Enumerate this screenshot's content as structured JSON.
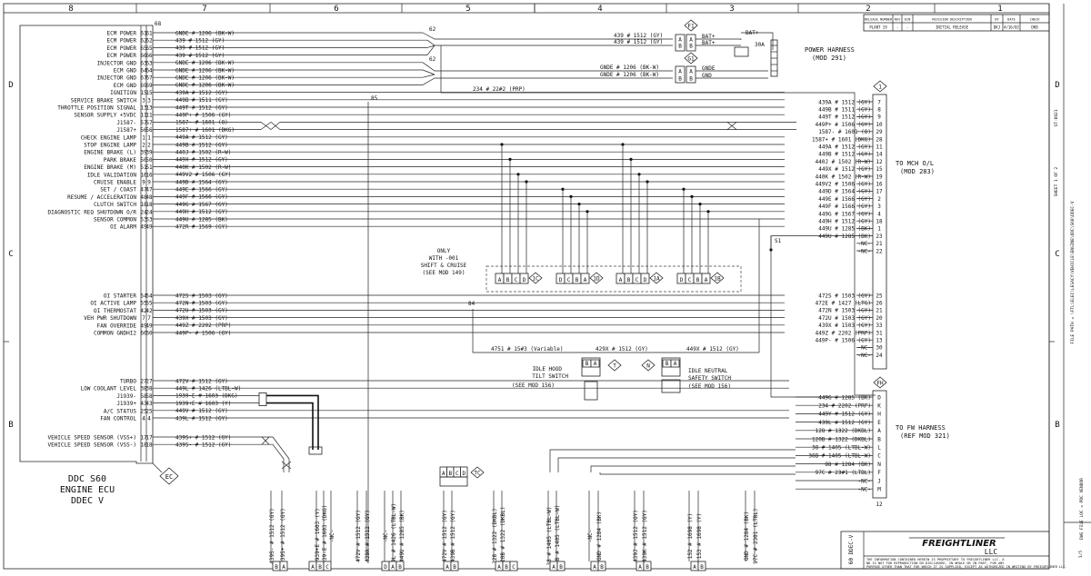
{
  "zones_top": [
    "8",
    "7",
    "6",
    "5",
    "4",
    "3",
    "2",
    "1"
  ],
  "zones_side": [
    "D",
    "C",
    "B"
  ],
  "ecm": {
    "title_lines": [
      "DDC S60",
      "ENGINE ECU",
      "DDEC V"
    ],
    "tag": "EC",
    "ref": "68",
    "pins": [
      {
        "label": "ECM POWER",
        "a": "61",
        "b": "61",
        "wire": "GNDE # 1206 (BK-W)"
      },
      {
        "label": "ECM POWER",
        "a": "62",
        "b": "62",
        "wire": "439 # 1512 (GY)"
      },
      {
        "label": "ECM POWER",
        "a": "65",
        "b": "65",
        "wire": "439 # 1512 (GY)"
      },
      {
        "label": "ECM POWER",
        "a": "66",
        "b": "66",
        "wire": "439 # 1512 (GY)"
      },
      {
        "label": "INJECTOR GND",
        "a": "63",
        "b": "63",
        "wire": "GNDE # 1206 (BK-W)"
      },
      {
        "label": "ECM GND",
        "a": "64",
        "b": "64",
        "wire": "GNDE # 1206 (BK-W)"
      },
      {
        "label": "INJECTOR GND",
        "a": "67",
        "b": "67",
        "wire": "GNDE # 1206 (BK-W)"
      },
      {
        "label": "ECM GND",
        "a": "69",
        "b": "69",
        "wire": "GNDE # 1206 (BK-W)"
      },
      {
        "label": "IGNITION",
        "a": "15",
        "b": "15",
        "wire": "439A # 1512 (GY)"
      },
      {
        "label": "SERVICE BRAKE SWITCH",
        "a": "3",
        "b": "3",
        "wire": "449B # 1511 (GY)"
      },
      {
        "label": "THROTTLE POSITION SIGNAL",
        "a": "13",
        "b": "13",
        "wire": "449T # 1512 (GY)"
      },
      {
        "label": "SENSOR SUPPLY +5VDC",
        "a": "11",
        "b": "11",
        "wire": "449P+ # 1506 (GY)"
      },
      {
        "label": "J1587-",
        "a": "57",
        "b": "57",
        "wire": "1587- # 1601 (O)"
      },
      {
        "label": "J1587+",
        "a": "56",
        "b": "56",
        "wire": "1587+ # 1601 (DKG)"
      },
      {
        "label": "CHECK ENGINE LAMP",
        "a": "1",
        "b": "1",
        "wire": "449A # 1512 (GY)"
      },
      {
        "label": "STOP ENGINE LAMP",
        "a": "2",
        "b": "2",
        "wire": "449B # 1512 (GY)"
      },
      {
        "label": "ENGINE BRAKE (L)",
        "a": "39",
        "b": "39",
        "wire": "440J # 1502 (R-W)"
      },
      {
        "label": "PARK BRAKE",
        "a": "50",
        "b": "50",
        "wire": "449X # 1512 (GY)"
      },
      {
        "label": "ENGINE BRAKE (M)",
        "a": "51",
        "b": "51",
        "wire": "440K # 1502 (R-W)"
      },
      {
        "label": "IDLE VALIDATION",
        "a": "16",
        "b": "16",
        "wire": "449V2 # 1506 (GY)"
      },
      {
        "label": "CRUISE ENABLE",
        "a": "9",
        "b": "9",
        "wire": "449D # 1564 (GY)"
      },
      {
        "label": "SET / COAST",
        "a": "47",
        "b": "47",
        "wire": "449E # 1566 (GY)"
      },
      {
        "label": "RESUME / ACCELERATION",
        "a": "48",
        "b": "48",
        "wire": "449F # 1566 (GY)"
      },
      {
        "label": "CLUTCH SWITCH",
        "a": "18",
        "b": "18",
        "wire": "449G # 1567 (GY)"
      },
      {
        "label": "DIAGNOSTIC REQ SHUTDOWN O/R",
        "a": "24",
        "b": "24",
        "wire": "449H # 1512 (GY)"
      },
      {
        "label": "SENSOR COMMON",
        "a": "53",
        "b": "53",
        "wire": "449U # 1285 (BK)"
      },
      {
        "label": "OI ALARM",
        "a": "49",
        "b": "49",
        "wire": "472R # 1569 (GY)"
      },
      {
        "label": "OI STARTER",
        "a": "54",
        "b": "54",
        "wire": "472S # 1503 (GY)"
      },
      {
        "label": "OI ACTIVE LAMP",
        "a": "55",
        "b": "55",
        "wire": "472N # 1503 (GY)"
      },
      {
        "label": "OI THERMOSTAT",
        "a": "42",
        "b": "42",
        "wire": "472U # 1503 (GY)"
      },
      {
        "label": "VEH PWR SHUTDOWN",
        "a": "7",
        "b": "7",
        "wire": "439X # 1503 (GY)"
      },
      {
        "label": "FAN OVERRIDE",
        "a": "49",
        "b": "49",
        "wire": "449Z # 2202 (PRP)"
      },
      {
        "label": "COMMON GNDHI2",
        "a": "60",
        "b": "60",
        "wire": "449P- # 1506 (GY)"
      },
      {
        "label": "TURBO",
        "a": "27",
        "b": "27",
        "wire": "472V # 1512 (GY)"
      },
      {
        "label": "LOW COOLANT LEVEL",
        "a": "38",
        "b": "38",
        "wire": "449L # 1426 (LTBL-W)"
      },
      {
        "label": "J1939-",
        "a": "58",
        "b": "58",
        "wire": "1939-E # 1603 (DKG)"
      },
      {
        "label": "J1939+",
        "a": "43",
        "b": "43",
        "wire": "1939+E # 1603 (Y)"
      },
      {
        "label": "A/C STATUS",
        "a": "25",
        "b": "25",
        "wire": "449V # 1512 (GY)"
      },
      {
        "label": "FAN CONTROL",
        "a": "4",
        "b": "4",
        "wire": "439L # 1512 (GY)"
      },
      {
        "label": "VEHICLE SPEED SENSOR (VSS+)",
        "a": "17",
        "b": "17",
        "wire": "439S+ # 1512 (GY)"
      },
      {
        "label": "VEHICLE SPEED SENSOR (VSS-)",
        "a": "18",
        "b": "18",
        "wire": "439S- # 1512 (GY)"
      }
    ]
  },
  "mid_wires": {
    "bat_wire_1": "439 # 1512 (GY)",
    "bat_wire_2": "439 # 1512 (GY)",
    "gnd_wire_1": "GNDE # 1206 (BK-W)",
    "gnd_wire_2": "GNDE # 1206 (BK-W)",
    "prp_wire": "234 # 22#2 (PRP)",
    "splice_62a": "62",
    "splice_62b": "62",
    "splice_85": "85",
    "splice_84": "84",
    "splice_s1": "S1"
  },
  "power": {
    "labels": [
      "BAT+",
      "BAT+",
      "GNDE",
      "GND",
      "BAT+"
    ],
    "pins_a": [
      "A",
      "B",
      "A",
      "B"
    ],
    "pins_b": [
      "A",
      "B",
      "A",
      "B"
    ],
    "fuse": "30A",
    "fuse_tag": "F1",
    "gnd_tag": "G1",
    "harness_title": "POWER HARNESS",
    "harness_ref": "(MOD 291)"
  },
  "mch": {
    "tag": "1",
    "title": "TO MCH O/L",
    "ref": "(MOD 283)",
    "rows": [
      {
        "wire": "439A # 1512 (GY)",
        "pin": "7"
      },
      {
        "wire": "449B # 1511 (GY)",
        "pin": "8"
      },
      {
        "wire": "449T # 1512 (GY)",
        "pin": "9"
      },
      {
        "wire": "449P+ # 1506 (GY)",
        "pin": "10"
      },
      {
        "wire": "1587- # 1601 (O)",
        "pin": "29"
      },
      {
        "wire": "1587+ # 1601 (DKG)",
        "pin": "28"
      },
      {
        "wire": "449A # 1512 (GY)",
        "pin": "11"
      },
      {
        "wire": "449B # 1512 (GY)",
        "pin": "14"
      },
      {
        "wire": "440J # 1502 (R-W)",
        "pin": "12"
      },
      {
        "wire": "449X # 1512 (GY)",
        "pin": "15"
      },
      {
        "wire": "440K # 1502 (R-W)",
        "pin": "19"
      },
      {
        "wire": "449V2 # 1506 (GY)",
        "pin": "16"
      },
      {
        "wire": "449D # 1564 (GY)",
        "pin": "17"
      },
      {
        "wire": "449E # 1566 (GY)",
        "pin": "2"
      },
      {
        "wire": "449F # 1566 (GY)",
        "pin": "3"
      },
      {
        "wire": "449G # 1567 (GY)",
        "pin": "4"
      },
      {
        "wire": "449H # 1512 (GY)",
        "pin": "18"
      },
      {
        "wire": "449U # 1285 (BK)",
        "pin": "1"
      },
      {
        "wire": "449U # 1285 (BK)",
        "pin": "23"
      },
      {
        "wire": "-NC-",
        "pin": "21"
      },
      {
        "wire": "-NC-",
        "pin": "22"
      },
      {
        "wire": "472S # 1503 (GY)",
        "pin": "25"
      },
      {
        "wire": "472E # 1427 (LTG)",
        "pin": "26"
      },
      {
        "wire": "472N # 1503 (GY)",
        "pin": "21"
      },
      {
        "wire": "472U # 1503 (GY)",
        "pin": "20"
      },
      {
        "wire": "439X # 1503 (GY)",
        "pin": "33"
      },
      {
        "wire": "449Z # 2202 (PRP)",
        "pin": "31"
      },
      {
        "wire": "449P- # 1506 (GY)",
        "pin": "13"
      },
      {
        "wire": "-NC-",
        "pin": "30"
      },
      {
        "wire": "-NC-",
        "pin": "24"
      }
    ]
  },
  "fw": {
    "tag": "FH",
    "title": "TO FW HARNESS",
    "ref": "(REF MOD 321)",
    "rows": [
      {
        "wire": "449G # 1285 (BK)",
        "pin": "D"
      },
      {
        "wire": "234 # 2202 (PRP)",
        "pin": "K"
      },
      {
        "wire": "449Y # 1512 (GY)",
        "pin": "H"
      },
      {
        "wire": "439L # 1512 (GY)",
        "pin": "E"
      },
      {
        "wire": "128 # 1322 (DKBL)",
        "pin": "A"
      },
      {
        "wire": "120B # 1322 (DKBL)",
        "pin": "B"
      },
      {
        "wire": "38 # 1405 (LTBL-W)",
        "pin": "L"
      },
      {
        "wire": "38B # 1405 (LTBL-W)",
        "pin": "C"
      },
      {
        "wire": "88 # 1284 (BK)",
        "pin": "N"
      },
      {
        "wire": "97C # 23#1 (LTBL)",
        "pin": "F"
      },
      {
        "wire": "-NC-",
        "pin": "J"
      },
      {
        "wire": "-NC-",
        "pin": "M"
      }
    ],
    "foot": "12"
  },
  "cruise": {
    "title_lines": [
      "ONLY",
      "WITH -001",
      "SHIFT & CRUISE",
      "(SEE MOD 149)"
    ],
    "groups": [
      {
        "pins": [
          "A",
          "B",
          "C",
          "D"
        ],
        "tag": "1C"
      },
      {
        "pins": [
          "D",
          "C",
          "B",
          "A"
        ],
        "tag": "1D"
      },
      {
        "pins": [
          "A",
          "B",
          "C",
          "D"
        ],
        "tag": "1A"
      },
      {
        "pins": [
          "D",
          "C",
          "B",
          "A"
        ],
        "tag": "1B"
      }
    ]
  },
  "switches": {
    "variable_wire": "4751 # 15#3 (Variable)",
    "wire_1": "429X # 1512 (GY)",
    "wire_2": "449X # 1512 (GY)",
    "tilt_title": "IDLE HOOD",
    "tilt_sub": "TILT SWITCH",
    "tilt_ref": "(SEE MOD 156)",
    "neutral_title": "IDLE NEUTRAL",
    "neutral_sub": "SAFETY SWITCH",
    "neutral_ref": "(SEE MOD 156)",
    "tilt_tag": "T",
    "neutral_tag": "N",
    "pins": [
      "B",
      "A",
      "B",
      "A"
    ]
  },
  "tc": {
    "tag": "TC",
    "pins": [
      "A",
      "B",
      "C",
      "D"
    ]
  },
  "bottom_conns": [
    {
      "pins": [
        "B",
        "A"
      ]
    },
    {
      "pins": [
        "A",
        "B",
        "C"
      ]
    },
    {
      "pins": [
        "D",
        "A",
        "B"
      ]
    },
    {
      "pins": [
        "A",
        "B"
      ]
    },
    {
      "pins": [
        "A",
        "B",
        "C"
      ]
    },
    {
      "pins": [
        "A",
        "B"
      ]
    },
    {
      "pins": [
        "A",
        "B"
      ]
    },
    {
      "pins": [
        "A",
        "B"
      ]
    },
    {
      "pins": [
        "A",
        "B"
      ]
    }
  ],
  "bottom_wires": [
    "439S- # 1512 (GY)",
    "439S+ # 1512 (GY)",
    "1939+E # 1603 (Y)",
    "1939-E # 1603 (DKG)",
    "-NC-",
    "472V # 1512 (GY)",
    "439A # 1512 (GY)",
    "-NC-",
    "449L # 1426 (LTBL-W)",
    "449U # 1285 (BK)",
    "472V # 1512 (GY)",
    "439B # 1512 (GY)",
    "128 # 1322 (DKBL)",
    "120B # 1322 (DKBL)",
    "38 # 1405 (LTBL-W)",
    "38B # 1405 (LTBL-W)",
    "-NC-",
    "GND # 1284 (BK)",
    "439J # 1512 (GY)",
    "439K # 1512 (GY)",
    "152 # 1698 (Y)",
    "153 # 1698 (Y)",
    "GND # 1284 (BK)",
    "97C # 2301 (LTBL)"
  ],
  "revision": {
    "headers": [
      "RELEASE NUMBER",
      "REV",
      "ECN",
      "REVISION DESCRIPTION",
      "BY",
      "DATE",
      "CHECK"
    ],
    "row": [
      "PLANT 19",
      "-",
      "-",
      "INITIAL RELEASE",
      "DKJ",
      "4/16/02",
      "DKB"
    ]
  },
  "title_block": {
    "logo": "FREIGHTLINER",
    "logo_suffix": "LLC",
    "drawing": "60 DDEC-V",
    "notice": "THE INFORMATION CONTAINED HEREIN IS PROPRIETARY TO FREIGHTLINER LLC. AND IS NOT FOR REPRODUCTION OR DISCLOSURE, IN WHOLE OR IN PART, FOR ANY PURPOSE OTHER THAN THAT FOR WHICH IT IS SUPPLIED, EXCEPT AS AUTHORIZED IN WRITING BY FREIGHTLINER LLC."
  },
  "margin_right": {
    "file_path": "FILE PATH =  \\FTL\\ELEC\\LEGACY\\VEHICLE\\ENGINE\\DDC\\S60\\DDEC-V",
    "dwg_file": "DWG FILE LOC = PDC VENDOR",
    "codes": [
      "ST-0821",
      "SHEET 1 OF 2",
      "1/5"
    ]
  }
}
